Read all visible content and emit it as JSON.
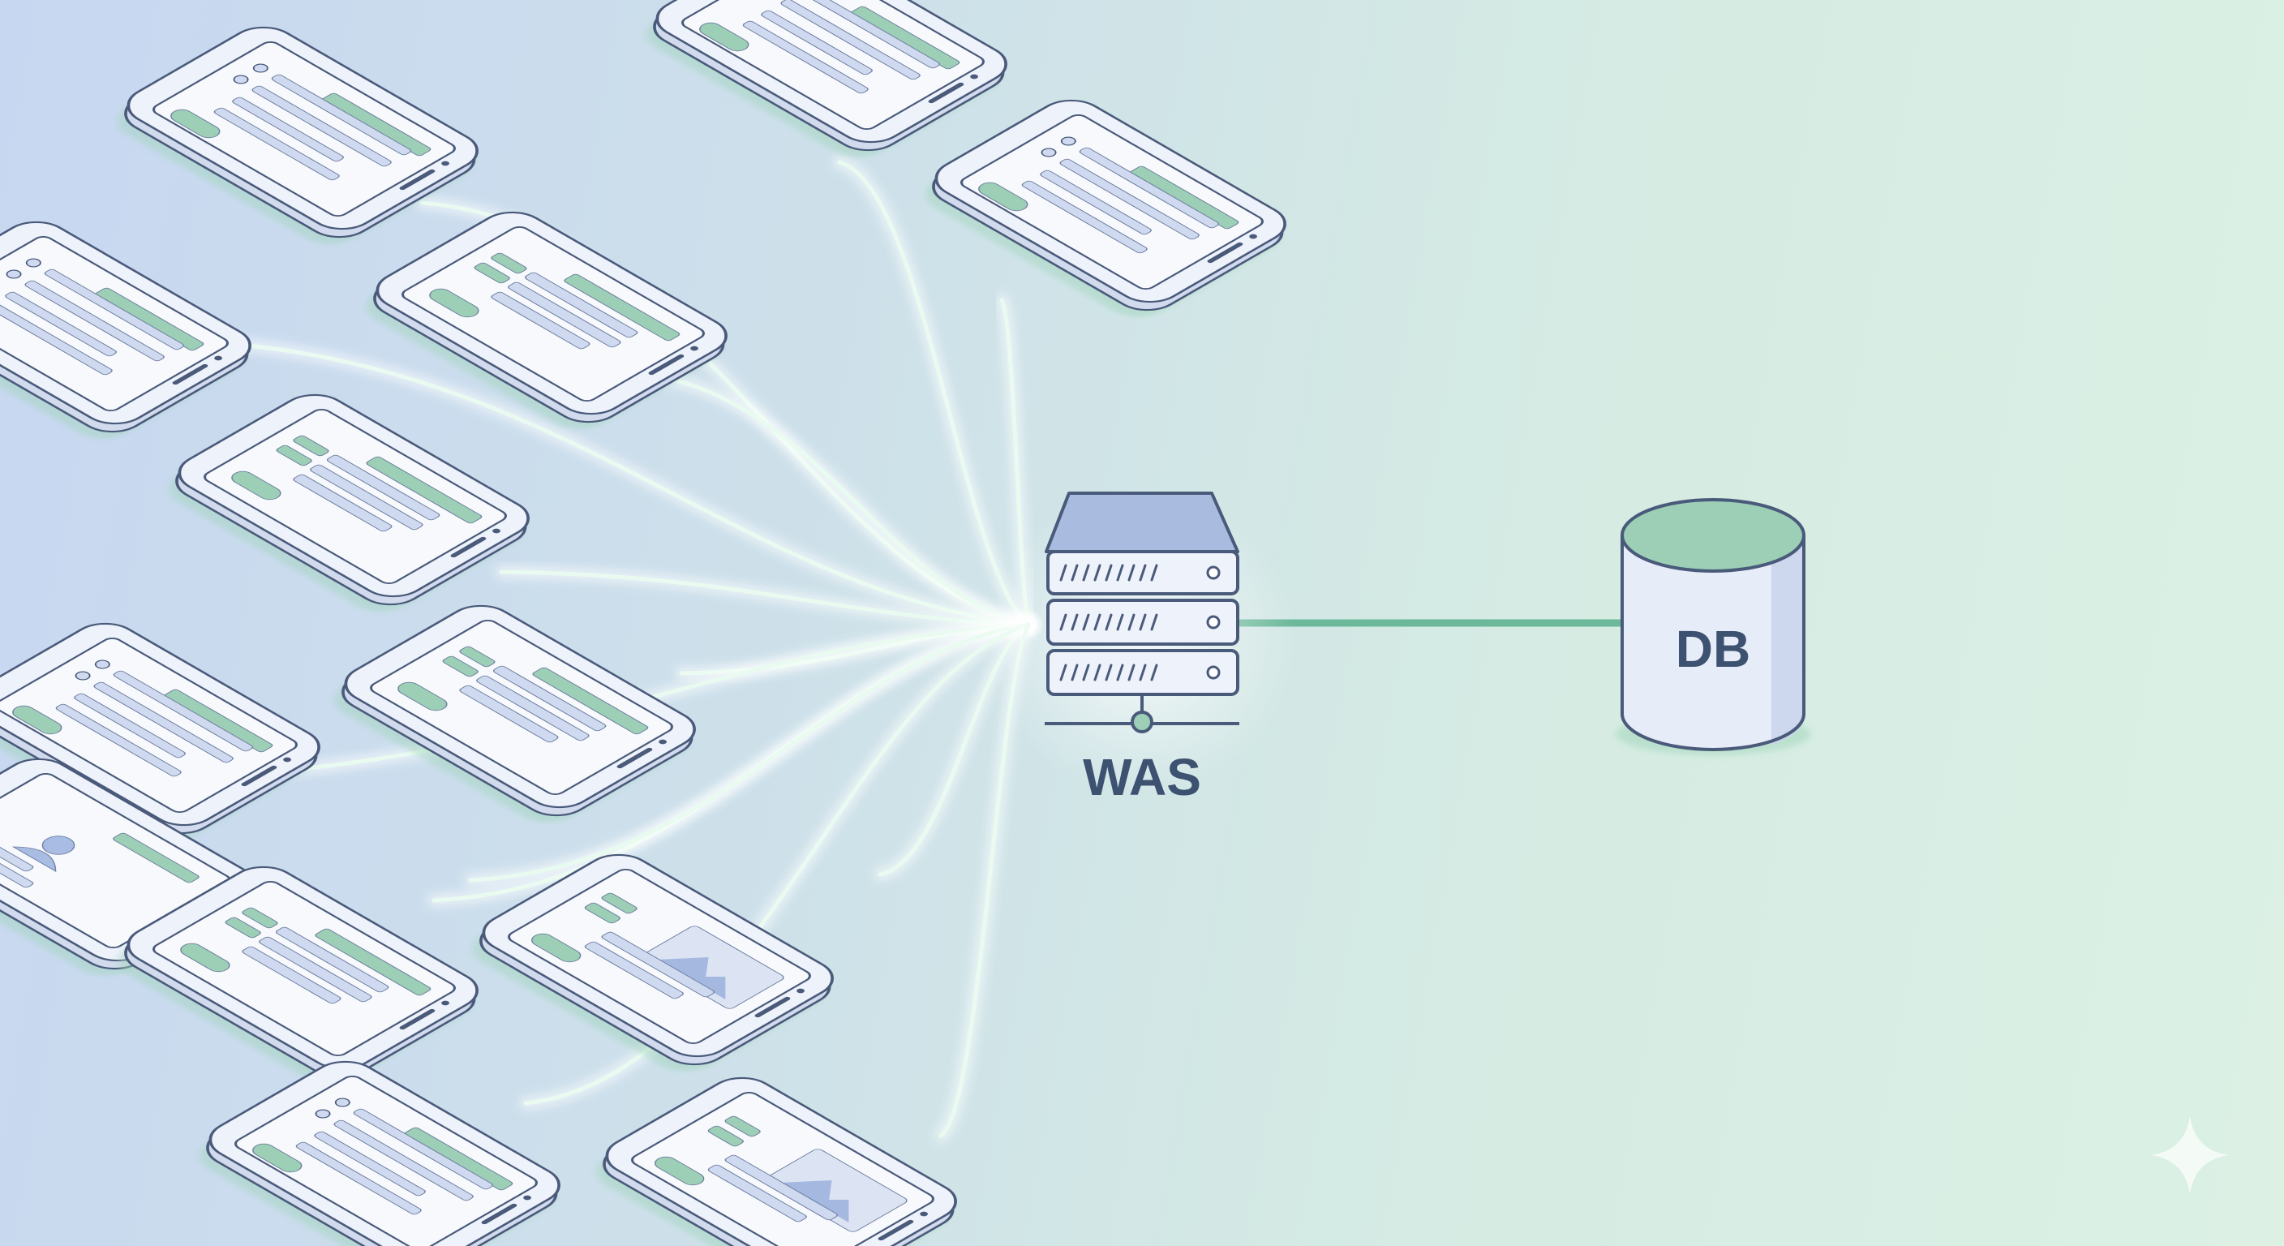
{
  "diagram": {
    "server": {
      "label": "WAS"
    },
    "database": {
      "label": "DB"
    },
    "clients": [
      {
        "variant": "list",
        "connected": true
      },
      {
        "variant": "list",
        "connected": true
      },
      {
        "variant": "list",
        "connected": true
      },
      {
        "variant": "bars",
        "connected": true
      },
      {
        "variant": "list",
        "connected": true
      },
      {
        "variant": "bars",
        "connected": true
      },
      {
        "variant": "bars",
        "connected": true
      },
      {
        "variant": "list",
        "connected": true
      },
      {
        "variant": "profile",
        "connected": true
      },
      {
        "variant": "image",
        "connected": true
      },
      {
        "variant": "bars",
        "connected": true
      },
      {
        "variant": "list",
        "connected": true
      },
      {
        "variant": "image",
        "connected": true
      }
    ],
    "colors": {
      "outline": "#4a5a7a",
      "device_fill": "#eef2fb",
      "screen_fill": "#f7f9fd",
      "accent_green": "#9ccfb6",
      "ui_blue": "#cfdaf0",
      "connection_glow": "#e9fbf0",
      "db_link": "#6cb89a",
      "server_fill": "#a9bbdf"
    }
  }
}
